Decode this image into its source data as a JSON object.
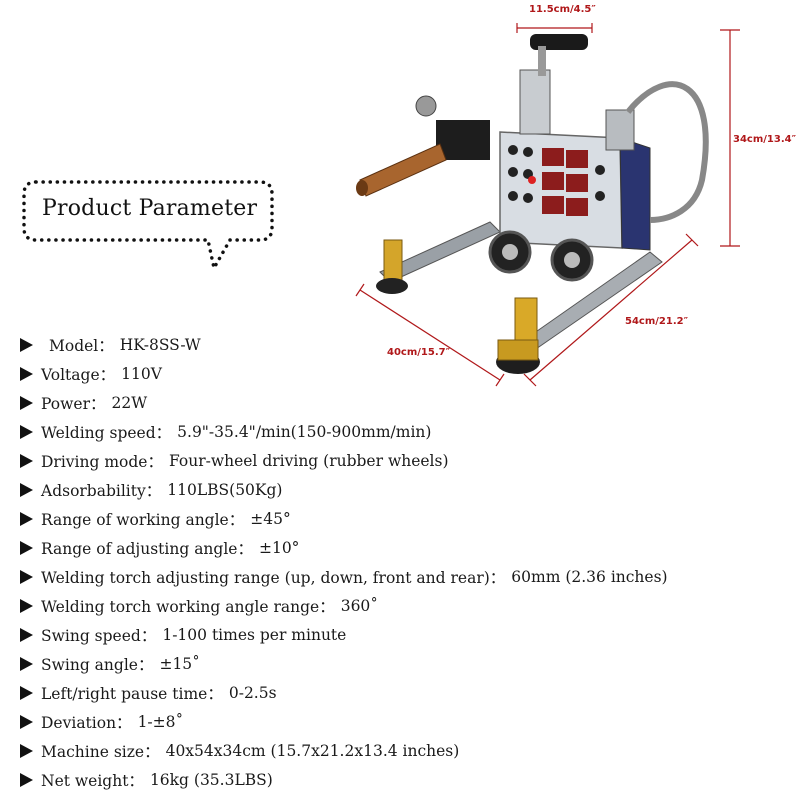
{
  "title": "Product Parameter",
  "dimensions": {
    "top": "11.5cm/4.5″",
    "height": "34cm/13.4″",
    "depth": "54cm/21.2″",
    "width": "40cm/15.7″"
  },
  "params": [
    {
      "label": "Model：",
      "value": "HK-8SS-W"
    },
    {
      "label": "Voltage：",
      "value": "110V"
    },
    {
      "label": "Power：",
      "value": "22W"
    },
    {
      "label": "Welding speed：",
      "value": "5.9\"-35.4\"/min(150-900mm/min)"
    },
    {
      "label": "Driving mode：",
      "value": "Four-wheel driving (rubber wheels)"
    },
    {
      "label": "Adsorbability：",
      "value": "110LBS(50Kg)"
    },
    {
      "label": "Range of working angle：",
      "value": "±45°"
    },
    {
      "label": "Range of adjusting angle：",
      "value": "±10°"
    },
    {
      "label": "Welding torch adjusting range (up, down, front and rear)：",
      "value": "60mm (2.36 inches)"
    },
    {
      "label": "Welding torch working angle range：",
      "value": "360˚"
    },
    {
      "label": "Swing speed：",
      "value": "1-100 times per minute"
    },
    {
      "label": "Swing angle：",
      "value": "±15˚"
    },
    {
      "label": "Left/right pause time：",
      "value": "0-2.5s"
    },
    {
      "label": "Deviation：",
      "value": "1-±8˚"
    },
    {
      "label": "Machine size：",
      "value": "40x54x34cm (15.7x21.2x13.4 inches)"
    },
    {
      "label": "Net weight：",
      "value": "16kg (35.3LBS)"
    }
  ]
}
